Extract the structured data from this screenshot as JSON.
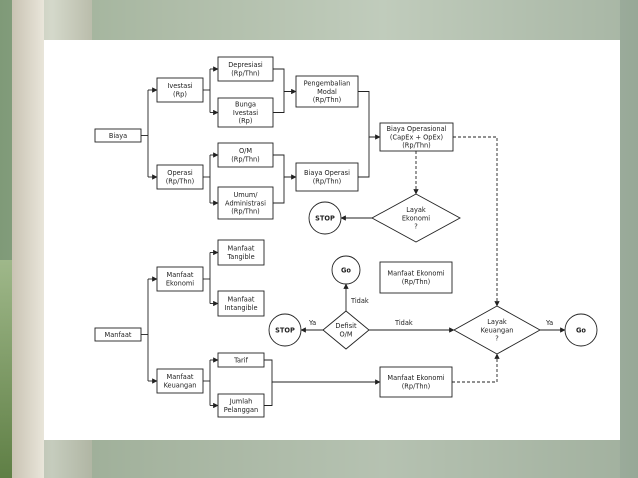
{
  "colors": {
    "line": "#222222",
    "box_fill": "#ffffff",
    "slide": "#ffffff"
  },
  "diagram": {
    "nodes": {
      "biaya": [
        "Biaya"
      ],
      "ivestasi": [
        "Ivestasi",
        "(Rp)"
      ],
      "operasi": [
        "Operasi",
        "(Rp/Thn)"
      ],
      "depresiasi": [
        "Depresiasi",
        "(Rp/Thn)"
      ],
      "bunga": [
        "Bunga",
        "Ivestasi",
        "(Rp)"
      ],
      "om": [
        "O/M",
        "(Rp/Thn)"
      ],
      "umum": [
        "Umum/",
        "Administrasi",
        "(Rp/Thn)"
      ],
      "pengembalian": [
        "Pengembalian",
        "Modal",
        "(Rp/Thn)"
      ],
      "biaya_operasi": [
        "Biaya Operasi",
        "(Rp/Thn)"
      ],
      "biaya_operasional": [
        "Biaya Operasional",
        "(CapEx + OpEx)",
        "(Rp/Thn)"
      ],
      "layak_ekonomi": [
        "Layak",
        "Ekonomi",
        "?"
      ],
      "stop1": [
        "STOP"
      ],
      "manfaat": [
        "Manfaat"
      ],
      "manfaat_ekonomi": [
        "Manfaat",
        "Ekonomi"
      ],
      "manfaat_keuangan": [
        "Manfaat",
        "Keuangan"
      ],
      "tangible": [
        "Manfaat",
        "Tangible"
      ],
      "intangible": [
        "Manfaat",
        "Intangible"
      ],
      "tarif": [
        "Tarif"
      ],
      "pelanggan": [
        "Jumlah",
        "Pelanggan"
      ],
      "go1": [
        "Go"
      ],
      "manfaat_ekonomi_rp": [
        "Manfaat Ekonomi",
        "(Rp/Thn)"
      ],
      "defisit": [
        "Defisit",
        "O/M"
      ],
      "stop2": [
        "STOP"
      ],
      "layak_keuangan": [
        "Layak",
        "Keuangan",
        "?"
      ],
      "go2": [
        "Go"
      ],
      "manfaat_ekonomi_rp2": [
        "Manfaat Ekonomi",
        "(Rp/Thn)"
      ]
    },
    "edge_labels": {
      "tidak_up": "Tidak",
      "ya_left": "Ya",
      "tidak_right": "Tidak",
      "ya_right": "Ya"
    }
  }
}
